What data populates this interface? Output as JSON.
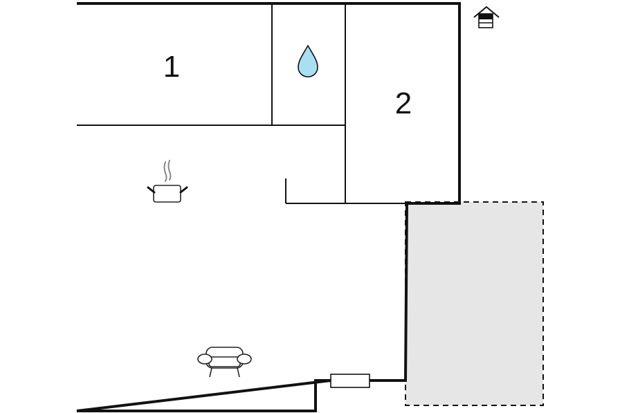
{
  "plan": {
    "rooms": [
      {
        "key": "bedroom-1",
        "label": "1"
      },
      {
        "key": "bedroom-2",
        "label": "2"
      }
    ],
    "icons": [
      "bathroom-water-drop-icon",
      "kitchen-pot-icon",
      "sofa-icon",
      "house-orientation-icon",
      "window-door-icon"
    ],
    "colors": {
      "wall": "#111111",
      "terrace_fill": "#e6e6e6",
      "water_drop": "#a8e0f2"
    }
  }
}
